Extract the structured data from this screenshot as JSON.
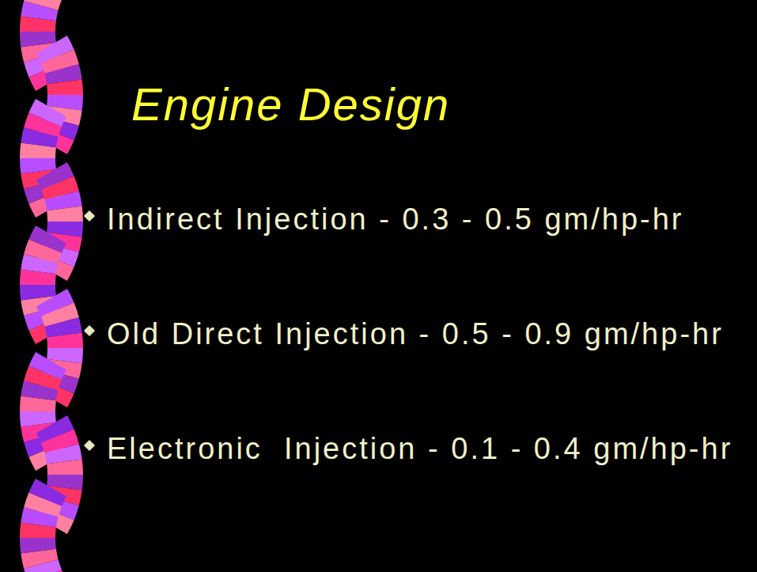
{
  "diagram": {
    "title": "Engine Design",
    "labels": [
      "Indirect Injection - 0.3 - 0.5 gm/hp-hr",
      "Old Direct Injection - 0.5 - 0.9 gm/hp-hr",
      "Electronic  Injection - 0.1 - 0.4 gm/hp-hr"
    ]
  }
}
